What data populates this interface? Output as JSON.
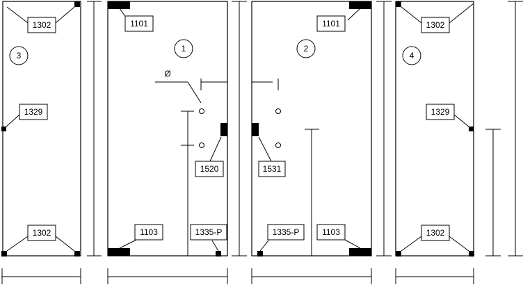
{
  "panels": [
    {
      "number": "3"
    },
    {
      "number": "1"
    },
    {
      "number": "2"
    },
    {
      "number": "4"
    }
  ],
  "part_labels": {
    "corner_patch": "1302",
    "side_clamp": "1329",
    "top_pivot": "1101",
    "bottom_pivot": "1103",
    "latch_1520": "1520",
    "latch_1531": "1531",
    "strike_plate": "1335-P"
  },
  "diameter_symbol": "Ø",
  "colors": {
    "line": "#000000",
    "background": "#ffffff"
  }
}
